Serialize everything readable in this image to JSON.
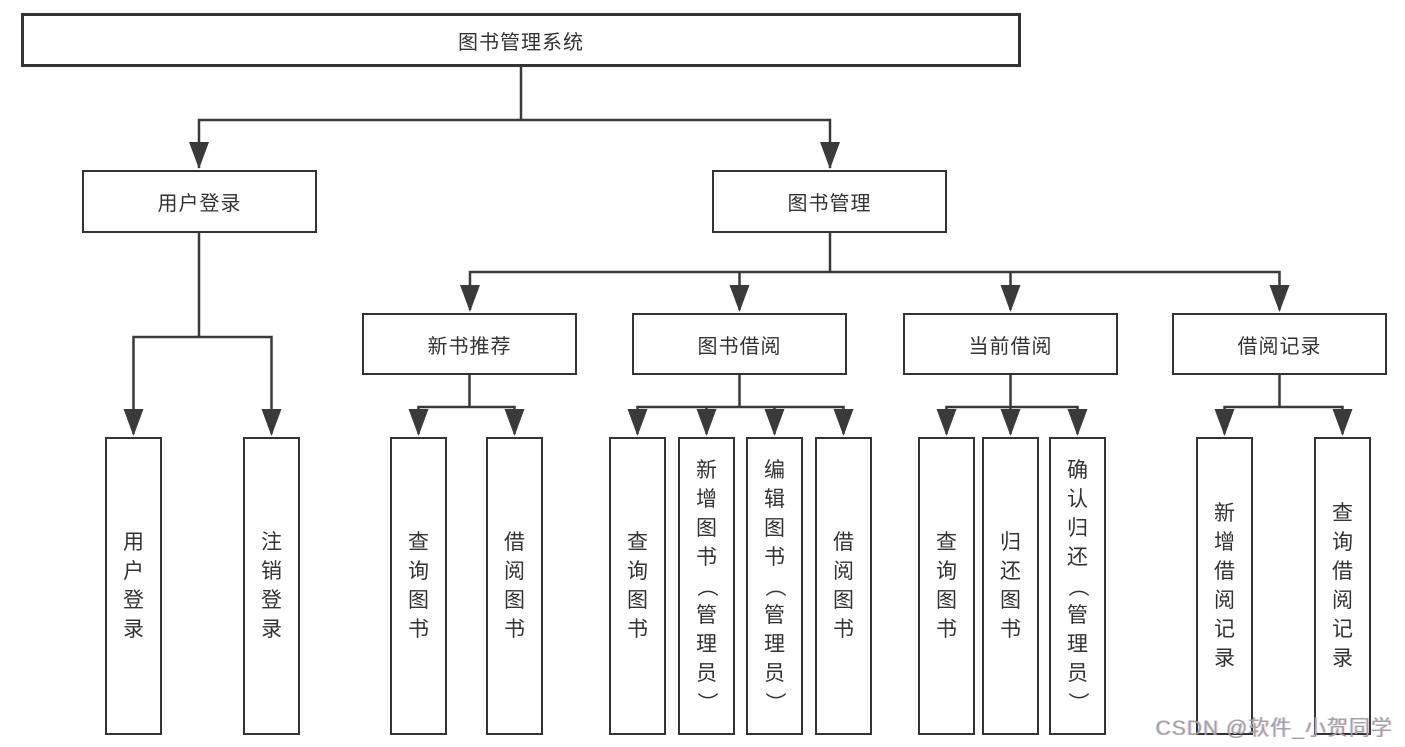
{
  "tree": {
    "root": {
      "label": "图书管理系统"
    },
    "branches": [
      {
        "label": "用户登录",
        "leaves": [
          {
            "label": "用户登录"
          },
          {
            "label": "注销登录"
          }
        ]
      },
      {
        "label": "图书管理",
        "groups": [
          {
            "label": "新书推荐",
            "leaves": [
              {
                "label": "查询图书"
              },
              {
                "label": "借阅图书"
              }
            ]
          },
          {
            "label": "图书借阅",
            "leaves": [
              {
                "label": "查询图书"
              },
              {
                "label": "新增图书（管理员）"
              },
              {
                "label": "编辑图书（管理员）"
              },
              {
                "label": "借阅图书"
              }
            ]
          },
          {
            "label": "当前借阅",
            "leaves": [
              {
                "label": "查询图书"
              },
              {
                "label": "归还图书"
              },
              {
                "label": "确认归还（管理员）"
              }
            ]
          },
          {
            "label": "借阅记录",
            "leaves": [
              {
                "label": "新增借阅记录"
              },
              {
                "label": "查询借阅记录"
              }
            ]
          }
        ]
      }
    ]
  },
  "watermark": {
    "text": "CSDN @软件_小贺同学"
  },
  "colors": {
    "line": "#3a3a3a",
    "box_border": "#333333",
    "text": "#333333",
    "watermark_text": "#a3a3a3",
    "background": "#ffffff"
  }
}
